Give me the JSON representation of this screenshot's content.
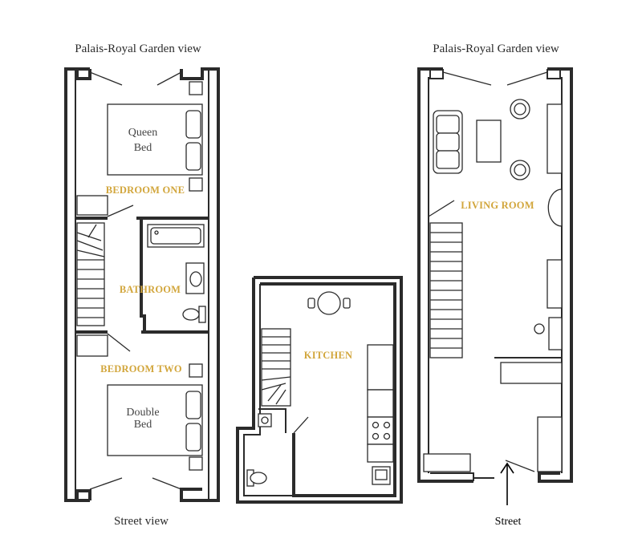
{
  "captions": {
    "left_top": "Palais-Royal Garden view",
    "right_top": "Palais-Royal Garden view",
    "left_bottom": "Street view",
    "right_bottom": "Street"
  },
  "rooms": {
    "bedroom_one": "BEDROOM ONE",
    "bathroom": "BATHROOM",
    "bedroom_two": "BEDROOM TWO",
    "kitchen": "KITCHEN",
    "living_room": "LIVING ROOM"
  },
  "beds": {
    "queen_line1": "Queen",
    "queen_line2": "Bed",
    "double_line1": "Double",
    "double_line2": "Bed"
  },
  "colors": {
    "walls": "#2b2b2b",
    "room_labels": "#d2a63c"
  }
}
